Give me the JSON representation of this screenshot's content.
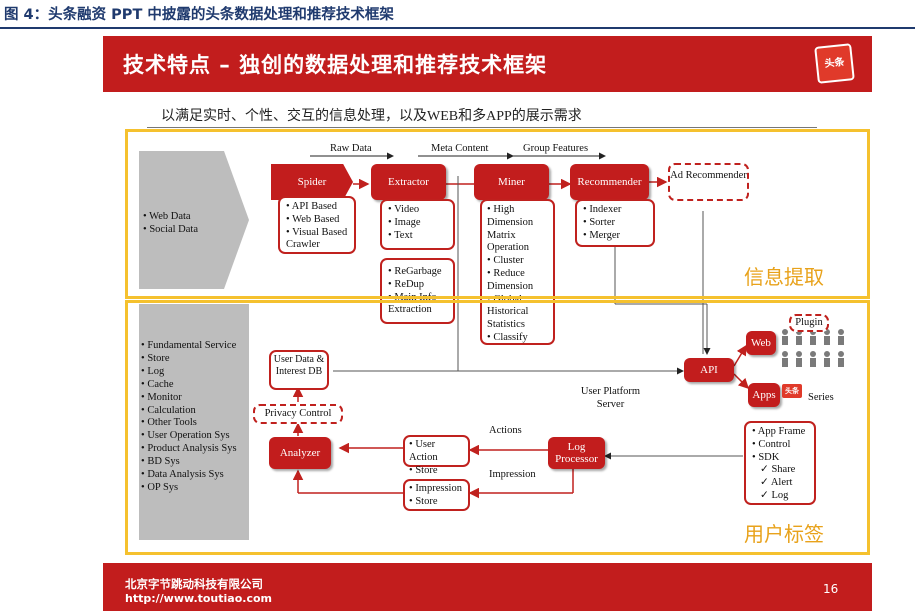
{
  "figure_caption": "图 4：头条融资 PPT 中披露的头条数据处理和推荐技术框架",
  "slide": {
    "title": "技术特点 – 独创的数据处理和推荐技术框架",
    "logo_text": "头条",
    "subtitle": "以满足实时、个性、交互的信息处理，以及WEB和多APP的展示需求"
  },
  "zones": {
    "top_label": "信息提取",
    "bottom_label": "用户标签"
  },
  "sources": [
    "Web Data",
    "Social Data"
  ],
  "services": [
    "Fundamental Service",
    "Store",
    "Log",
    "Cache",
    "Monitor",
    "Calculation",
    "Other Tools",
    "User Operation Sys",
    "Product Analysis Sys",
    "BD Sys",
    "Data Analysis Sys",
    "OP Sys"
  ],
  "flow_labels": {
    "raw_data": "Raw Data",
    "meta_content": "Meta Content",
    "group_features": "Group Features",
    "actions": "Actions",
    "impression": "Impression",
    "user_platform_server_1": "User Platform",
    "user_platform_server_2": "Server"
  },
  "modules": {
    "spider": {
      "title": "Spider",
      "items": [
        "API Based",
        "Web Based",
        "Visual Based Crawler"
      ]
    },
    "extractor": {
      "title": "Extractor",
      "items": [
        "Video",
        "Image",
        "Text"
      ],
      "cleanup": [
        "ReGarbage",
        "ReDup",
        "Main Info Extraction"
      ]
    },
    "miner": {
      "title": "Miner",
      "items": [
        "High Dimension Matrix Operation",
        "Cluster",
        "Reduce Dimension",
        "Global Historical Statistics",
        "Classify"
      ]
    },
    "recommender": {
      "title": "Recommender",
      "items": [
        "Indexer",
        "Sorter",
        "Merger"
      ]
    },
    "ad_recommender": "Ad Recommender"
  },
  "bottom": {
    "user_data": "User Data & Interest DB",
    "privacy_control": "Privacy Control",
    "analyzer": "Analyzer",
    "user_action_store": [
      "User Action",
      "Store"
    ],
    "impression_store": [
      "Impression",
      "Store"
    ],
    "log_processor": "Log Processor",
    "api": "API",
    "web": "Web",
    "apps": "Apps",
    "plugin": "Plugin",
    "series": "Series",
    "sdk_items": [
      "App Frame",
      "Control",
      "SDK"
    ],
    "sdk_checks": [
      "Share",
      "Alert",
      "Log"
    ]
  },
  "footer": {
    "company": "北京字节跳动科技有限公司",
    "url": "http://www.toutiao.com",
    "page": "16"
  },
  "colors": {
    "brand_red": "#c21d1d",
    "frame_yellow": "#f5c12e",
    "zone_label_orange": "#e8a21b",
    "caption_blue": "#1f3a6e"
  }
}
